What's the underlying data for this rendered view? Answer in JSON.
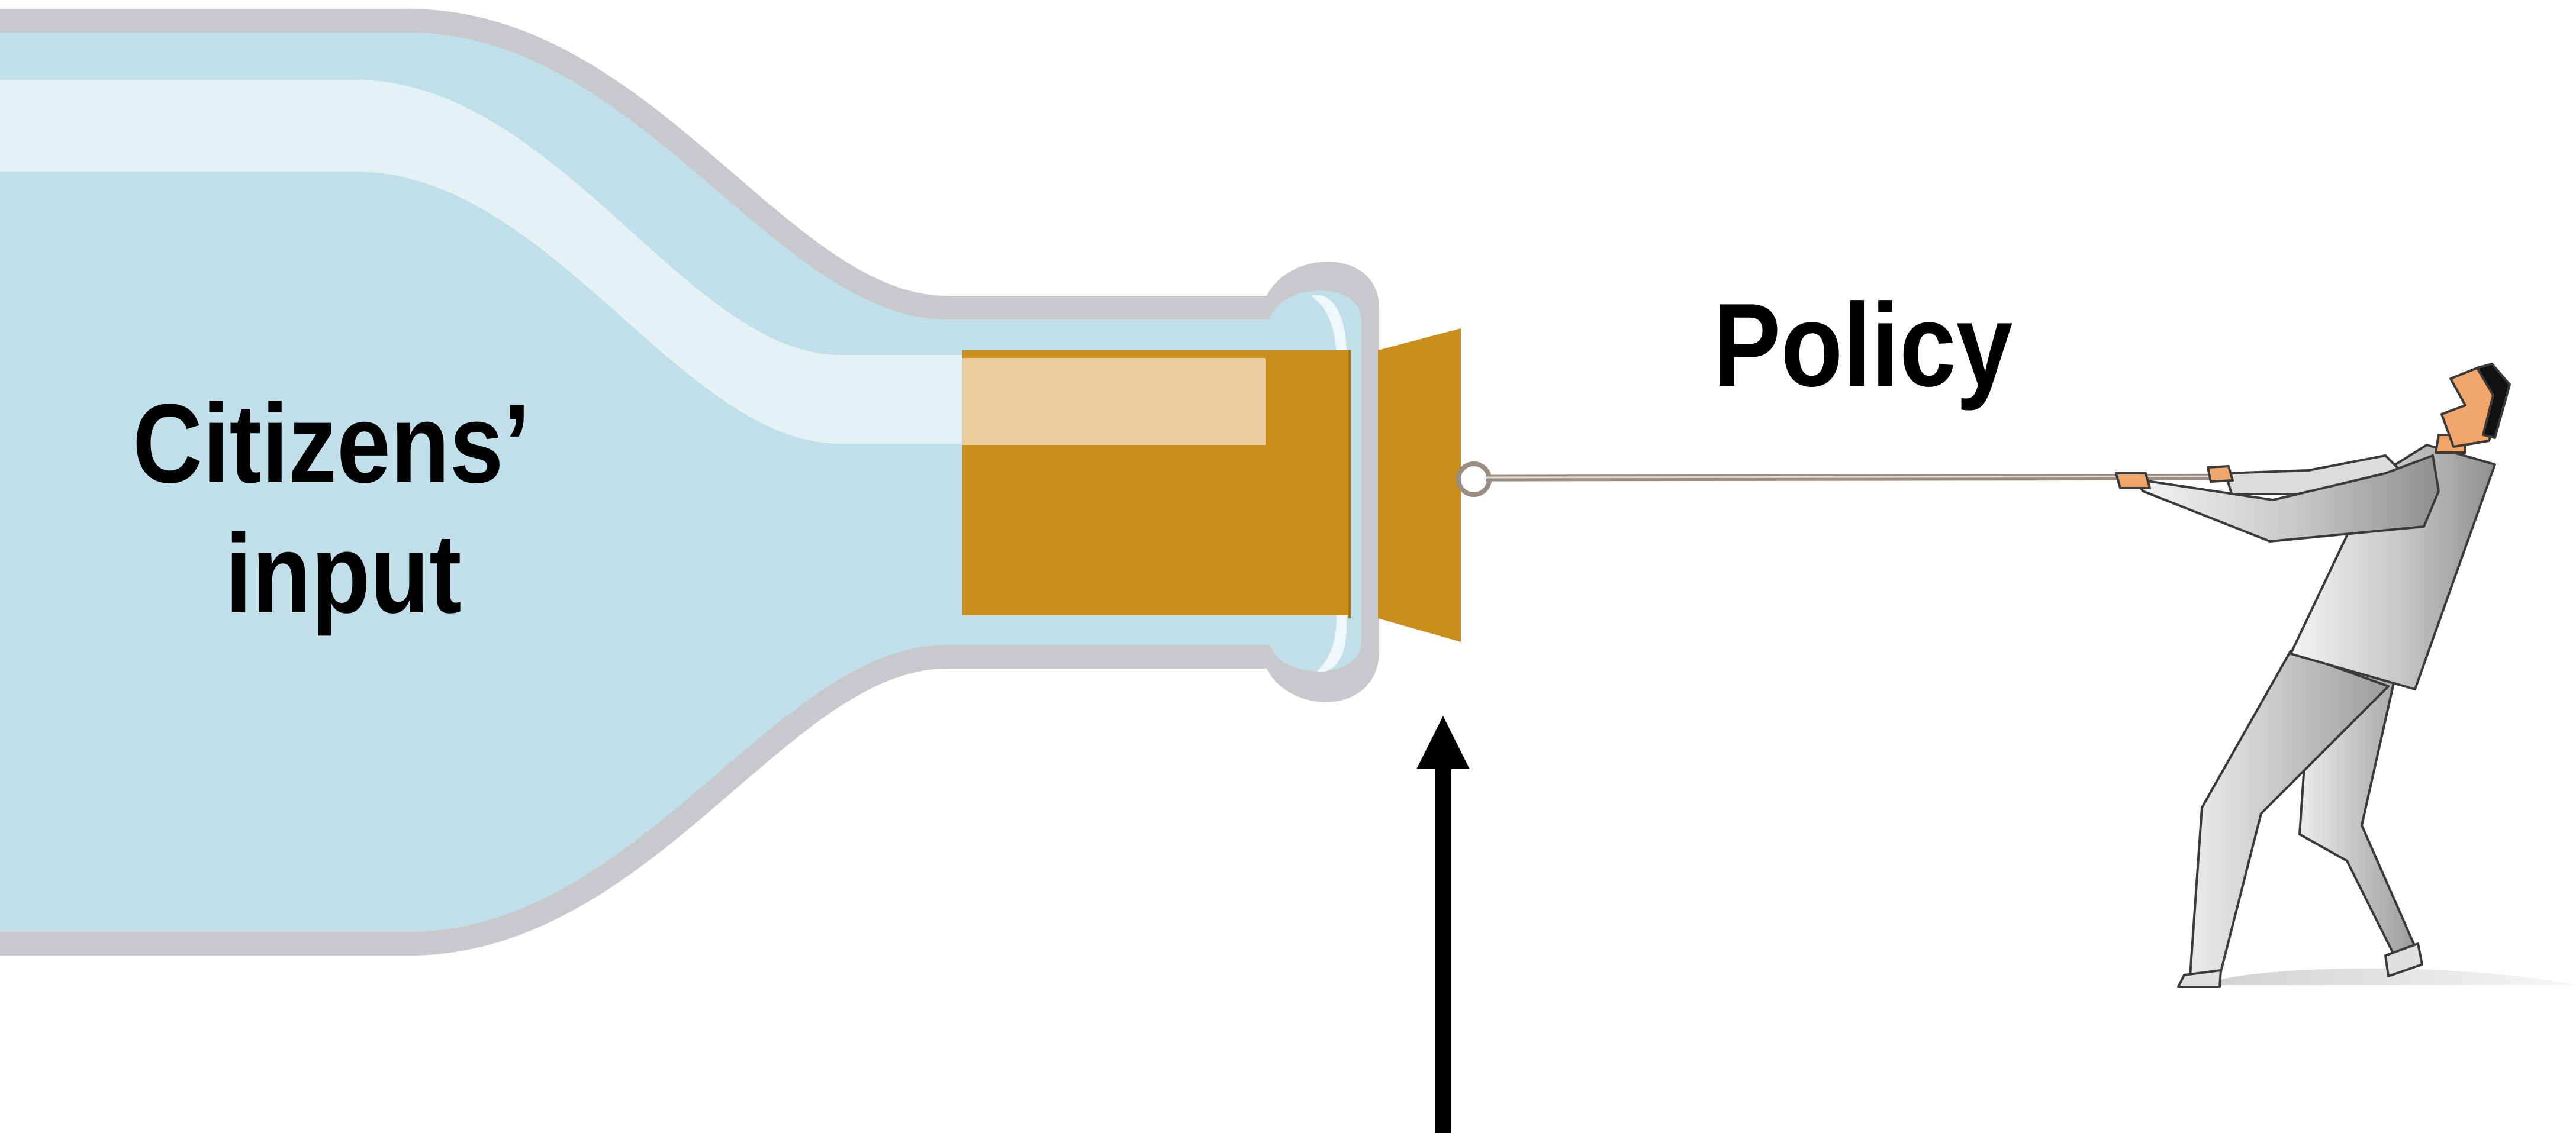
{
  "labels": {
    "bottle_text_line1": "Citizens’",
    "bottle_text_line2": "input",
    "rope_text": "Policy"
  },
  "colors": {
    "background": "#ffffff",
    "bottle_outline": "#c8c9cc",
    "bottle_liquid": "#c1dfe9",
    "bottle_highlight": "#e4f1f5",
    "cork": "#c98e1c",
    "cork_highlight": "#ebcc9d",
    "rope": "#9a8d82",
    "suit": "#b8b8b8",
    "skin": "#f2a66a",
    "arrow": "#000000",
    "text": "#000000"
  },
  "icons": {
    "bottle": "bottle-icon",
    "cork": "cork-icon",
    "man": "businessman-pulling-icon",
    "arrow": "up-arrow-icon"
  }
}
